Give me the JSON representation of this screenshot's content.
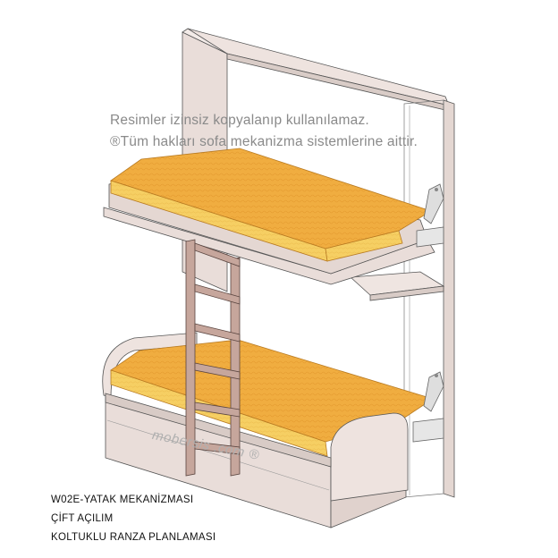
{
  "watermark": {
    "line1": "Resimler izinsiz kopyalanıp kullanılamaz.",
    "line2": "®Tüm hakları sofa mekanizma sistemlerine aittir."
  },
  "brand_mark": "mobersis .com ®",
  "captions": [
    "W02E-YATAK MEKANİZMASI",
    "ÇİFT AÇILIM",
    "KOLTUKLU RANZA PLANLAMASI"
  ],
  "colors": {
    "frame": "#e9ddd9",
    "mattress_top": "#f0ad40",
    "mattress_side": "#f6cf63",
    "ladder": "#c6a69c",
    "mechanism": "#dedede"
  }
}
